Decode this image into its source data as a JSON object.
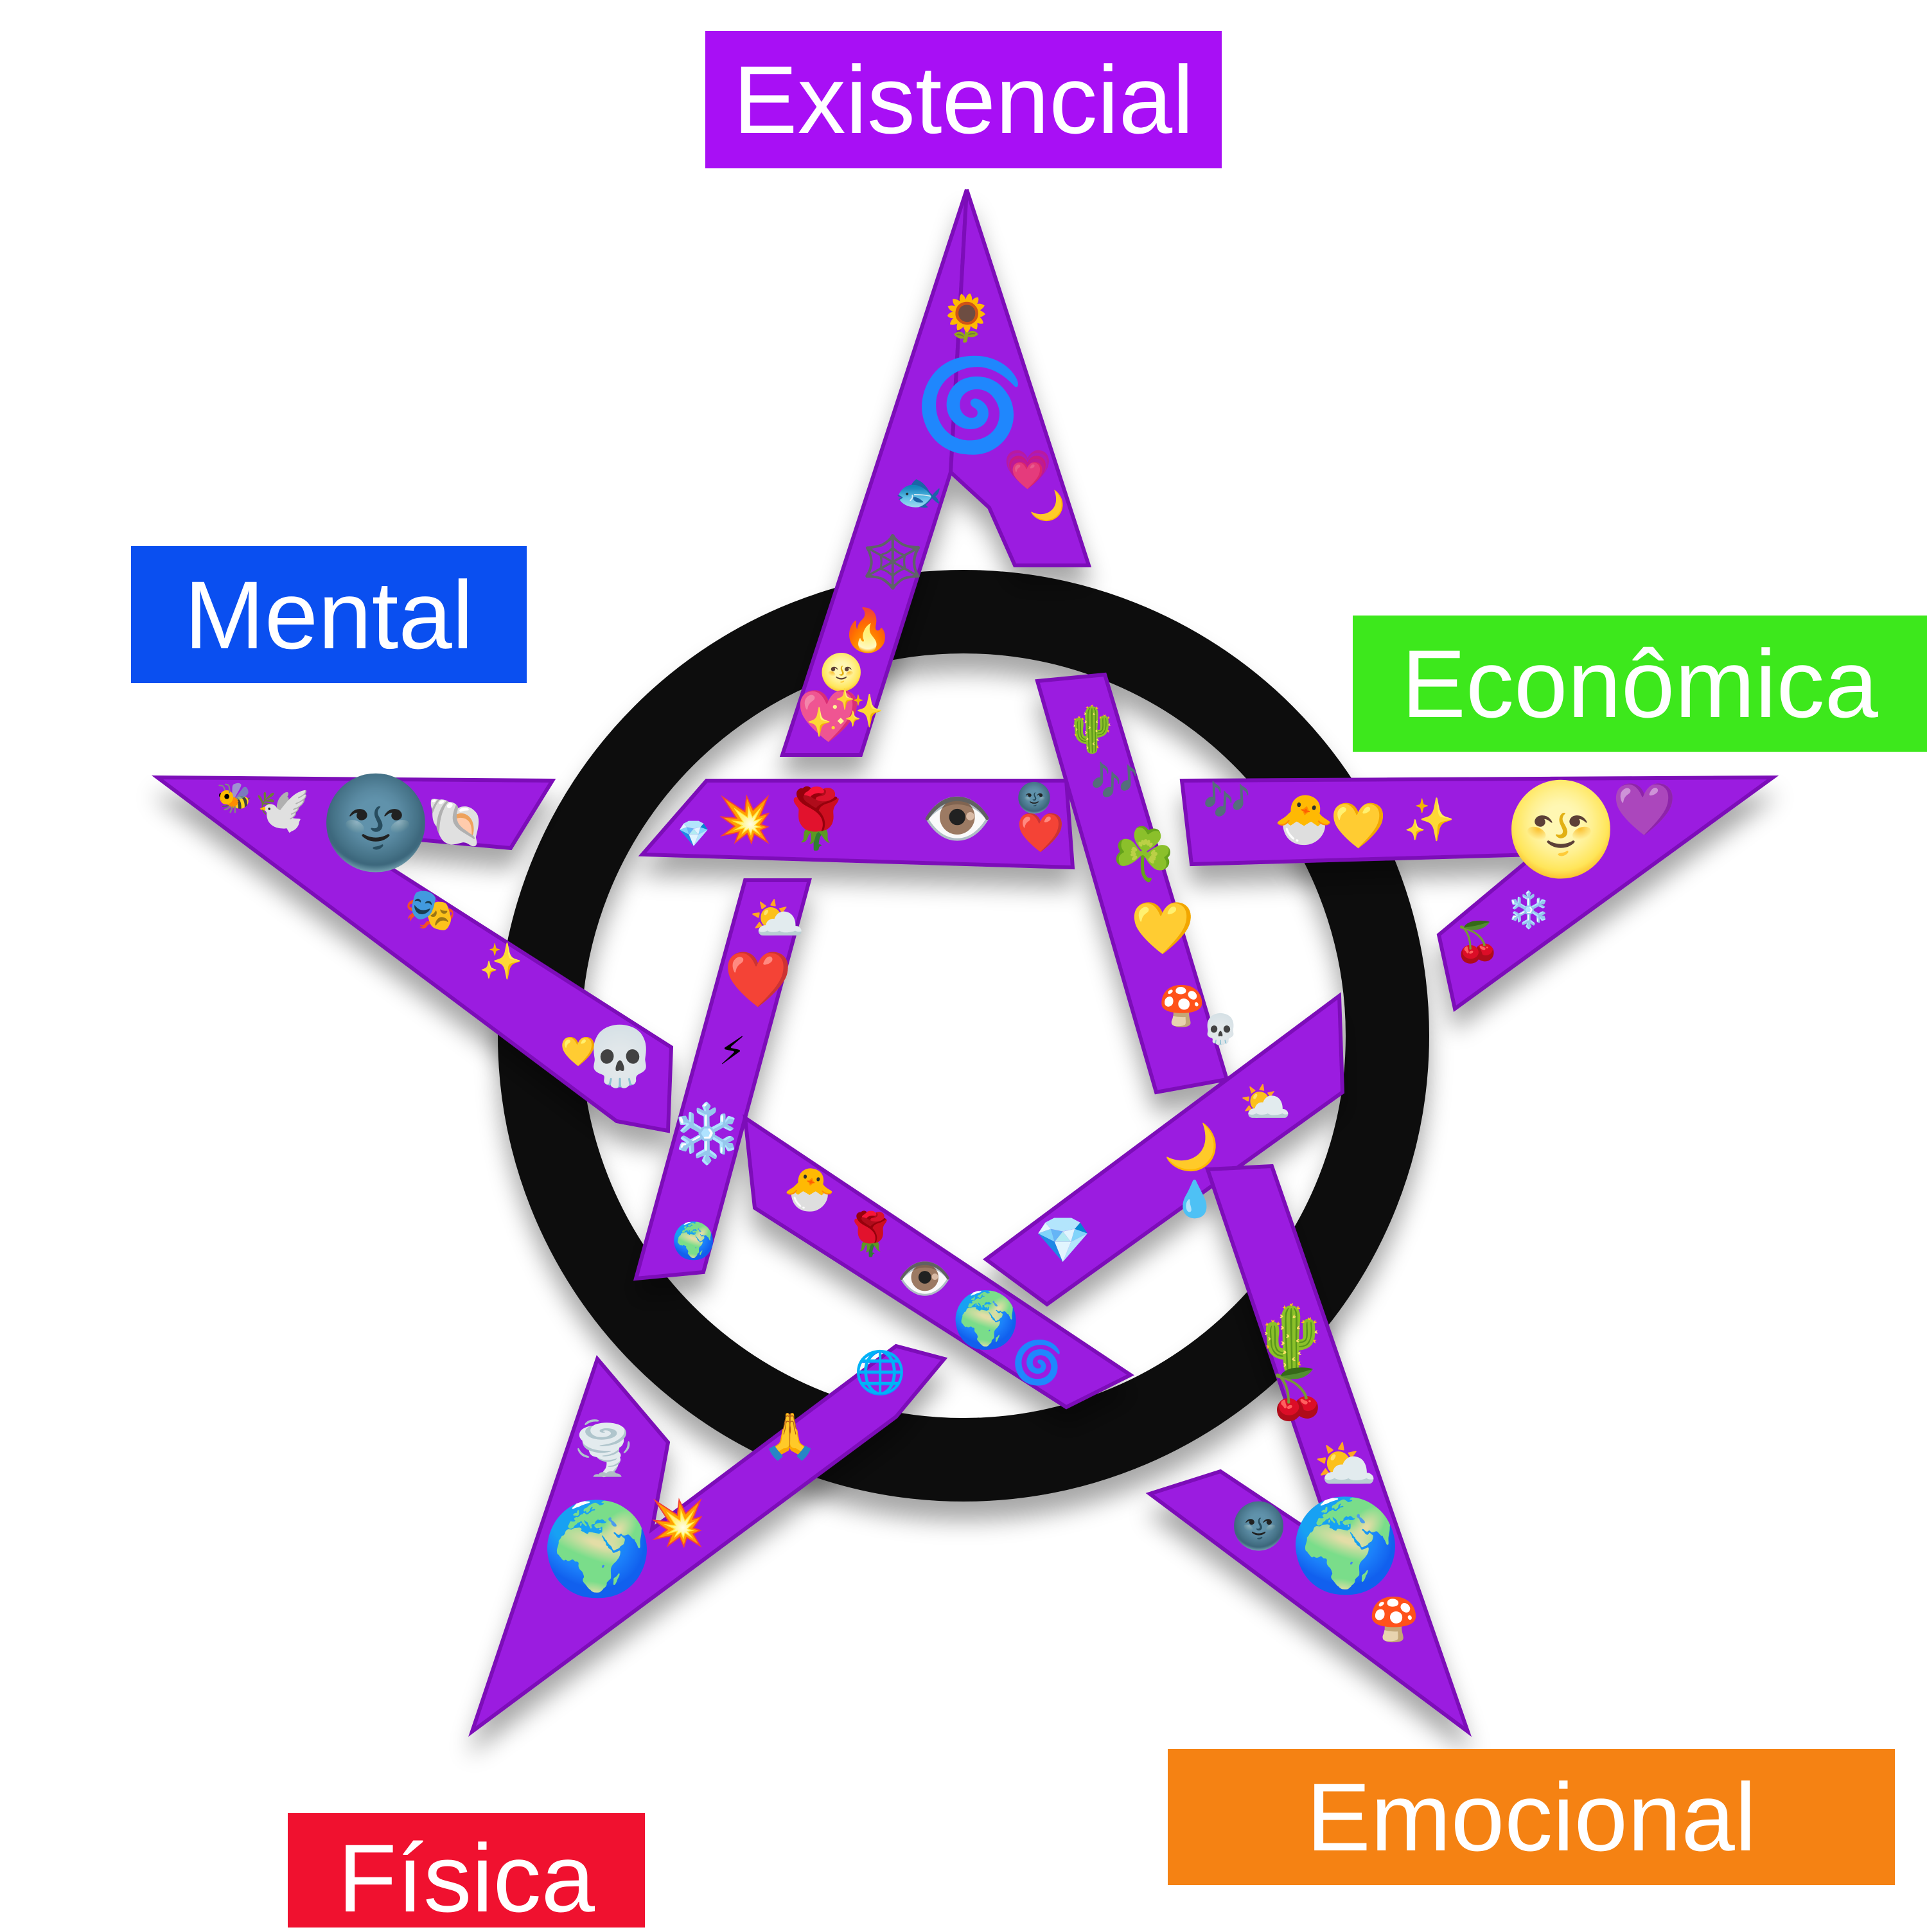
{
  "labels": {
    "existencial": "Existencial",
    "mental": "Mental",
    "economica": "Econômica",
    "emocional": "Emocional",
    "fisica": "Física"
  },
  "colors": {
    "existencial": "#a80ff5",
    "mental": "#0a4ff0",
    "economica": "#3de81c",
    "emocional": "#f58213",
    "fisica": "#f0112f",
    "star": "#9b1be0",
    "star_edge": "#7b0fb8",
    "ring": "#0a0a0a"
  },
  "emoji": {
    "top": [
      "🌻",
      "🌀",
      "🐟",
      "💗",
      "🌙",
      "🕸️",
      "🔥",
      "🌝",
      "💖",
      "✨"
    ],
    "center_bar": [
      "💥",
      "🌹",
      "👁️",
      "❤️",
      "🌚",
      "💎"
    ],
    "left_arm": [
      "🐝",
      "🕊️",
      "🌚",
      "🐚",
      "🎭",
      "💀",
      "✨",
      "💛"
    ],
    "right_arm": [
      "🎶",
      "🐣",
      "💛",
      "✨",
      "🌝",
      "💜",
      "❄️",
      "🍒"
    ],
    "left_diag": [
      "⛅",
      "❤️",
      "⚡",
      "❄️",
      "🌍"
    ],
    "right_diag": [
      "🌵",
      "🎶",
      "☘️",
      "💛",
      "🍄",
      "💀"
    ],
    "inner_cross": [
      "🐣",
      "🌹",
      "👁️",
      "🌍",
      "🌀",
      "💧",
      "💎",
      "🌙",
      "⛅"
    ],
    "bottom_left": [
      "🌐",
      "🙏",
      "🌍",
      "💥",
      "🌪️"
    ],
    "bottom_right": [
      "🌵",
      "🍒",
      "⛅",
      "🌚",
      "🌍",
      "🍄"
    ]
  }
}
